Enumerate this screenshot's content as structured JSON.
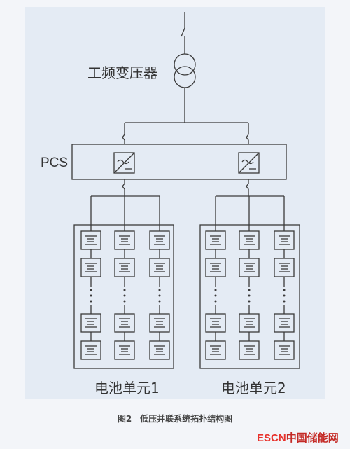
{
  "diagram": {
    "transformer_label": "工频变压器",
    "pcs_label": "PCS",
    "battery_unit_1_label": "电池单元1",
    "battery_unit_2_label": "电池单元2"
  },
  "caption": "图2　低压并联系统拓扑结构图",
  "watermark": {
    "escn": "ESCN",
    "cn": "中国储能网"
  },
  "colors": {
    "background": "#f3f5f9",
    "panel": "#e4ebf4",
    "line": "#3a3a3a",
    "watermark_red": "#e8322c"
  }
}
